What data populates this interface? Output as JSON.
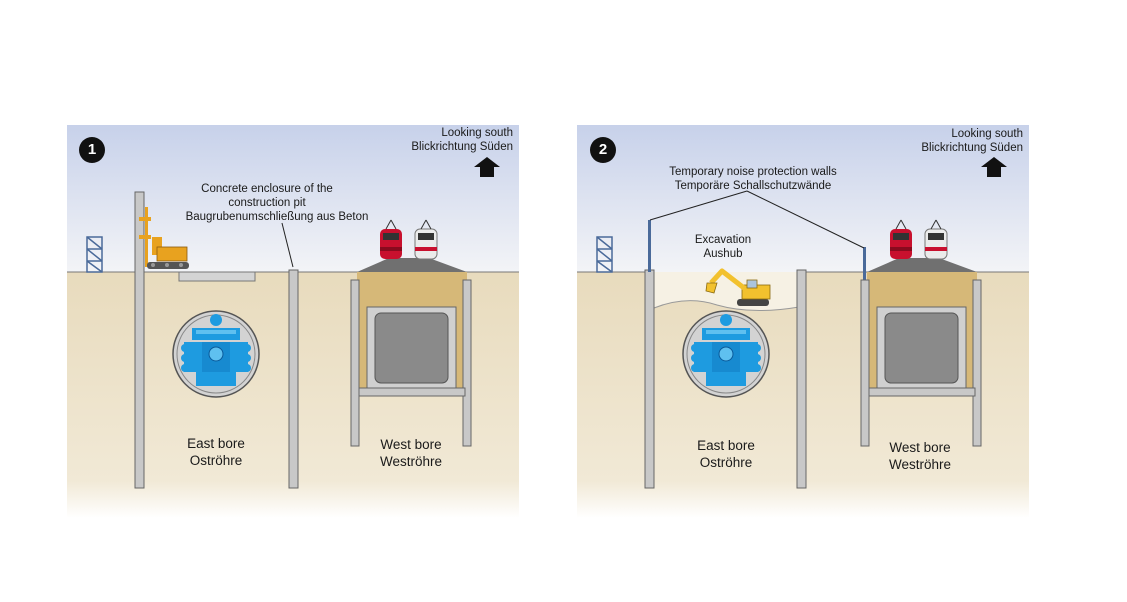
{
  "panels": [
    {
      "number": "1",
      "orientation_en": "Looking south",
      "orientation_de": "Blickrichtung Süden",
      "enclosure_en_1": "Concrete enclosure of the",
      "enclosure_en_2": "construction pit",
      "enclosure_de": "Baugrubenumschließung aus Beton",
      "east_en": "East bore",
      "east_de": "Oströhre",
      "west_en": "West bore",
      "west_de": "Weströhre"
    },
    {
      "number": "2",
      "orientation_en": "Looking south",
      "orientation_de": "Blickrichtung Süden",
      "noise_en": "Temporary noise protection walls",
      "noise_de": "Temporäre Schallschutzwände",
      "excavation_en": "Excavation",
      "excavation_de": "Aushub",
      "east_en": "East bore",
      "east_de": "Oströhre",
      "west_en": "West bore",
      "west_de": "Weströhre"
    }
  ],
  "colors": {
    "sky_top": "#c9d3ea",
    "ground": "#e9dcc0",
    "pile": "#c8c8c8",
    "tbm_blue": "#1e9be0",
    "tunnel_fill": "#d6b878",
    "tunnel_inner": "#8a8a8a",
    "drill_rig": "#e8a21f",
    "excavator": "#f2c12e",
    "train_red": "#c8102e"
  },
  "icons": [
    "arrow-up-icon",
    "scaffold-icon",
    "train-icon",
    "drill-rig-icon",
    "excavator-icon",
    "tbm-icon"
  ]
}
